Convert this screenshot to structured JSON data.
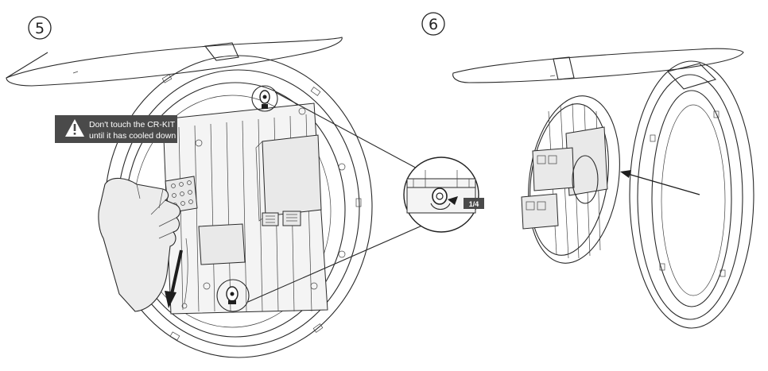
{
  "steps": [
    {
      "number": "5"
    },
    {
      "number": "6"
    }
  ],
  "warning": {
    "line1": "Don't touch the CR-KIT",
    "line2": "until it has cooled down"
  },
  "rotation_tag": "1/4",
  "colors": {
    "line": "#2a2a2a",
    "warning_bg": "#4a4a4a",
    "hand_fill": "#ececec"
  }
}
